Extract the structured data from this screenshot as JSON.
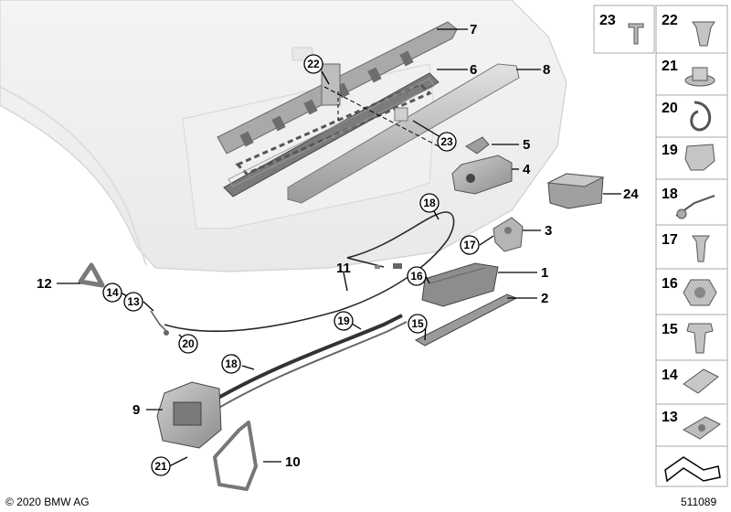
{
  "callouts": {
    "p1": "1",
    "p2": "2",
    "p3": "3",
    "p4": "4",
    "p5": "5",
    "p6": "6",
    "p7": "7",
    "p8": "8",
    "p9": "9",
    "p10": "10",
    "p11": "11",
    "p12": "12",
    "p24": "24",
    "c22": "22",
    "c23": "23",
    "c18a": "18",
    "c17": "17",
    "c16": "16",
    "c14": "14",
    "c13": "13",
    "c19": "19",
    "c15": "15",
    "c20": "20",
    "c18b": "18",
    "c21": "21"
  },
  "sidebar": {
    "top_left": "23",
    "top_right": "22",
    "items": [
      "21",
      "20",
      "19",
      "18",
      "17",
      "16",
      "15",
      "14",
      "13"
    ]
  },
  "footer": {
    "copyright": "© 2020 BMW AG",
    "diagram_id": "511089"
  }
}
